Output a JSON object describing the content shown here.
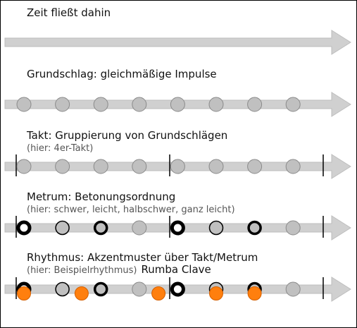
{
  "colors": {
    "arrow": "#d0d0d0",
    "arrow_edge": "#bdbdbd",
    "pulse_fill": "#c0c0c0",
    "pulse_edge": "#8a8a8a",
    "accent": "#000000",
    "rhythm": "#ff7f0e",
    "rhythm_edge": "#d45f00",
    "barline": "#000000"
  },
  "rows": [
    {
      "title": "Zeit fließt dahin",
      "subtitle": "",
      "extra": "",
      "barlines": false,
      "pulses": []
    },
    {
      "title": "Grundschlag: gleichmäßige Impulse",
      "subtitle": "",
      "extra": "",
      "barlines": false,
      "pulses": [
        "plain",
        "plain",
        "plain",
        "plain",
        "plain",
        "plain",
        "plain",
        "plain"
      ]
    },
    {
      "title": "Takt: Gruppierung von Grundschlägen",
      "subtitle": "(hier: 4er-Takt)",
      "extra": "",
      "barlines": true,
      "pulses": [
        "plain",
        "plain",
        "plain",
        "plain",
        "plain",
        "plain",
        "plain",
        "plain"
      ]
    },
    {
      "title": "Metrum: Betonungsordnung",
      "subtitle": "(hier: schwer, leicht, halbschwer, ganz leicht)",
      "extra": "",
      "barlines": true,
      "pulses": [
        "strong",
        "medium",
        "half",
        "light",
        "strong",
        "medium",
        "half",
        "light"
      ]
    },
    {
      "title": "Rhythmus: Akzentmuster über Takt/Metrum",
      "subtitle": "(hier: Beispielrhythmus)",
      "extra": "Rumba Clave",
      "barlines": true,
      "pulses": [
        "strong",
        "medium",
        "half",
        "light",
        "strong",
        "medium",
        "half",
        "light"
      ],
      "rhythm": [
        0,
        1.5,
        3.5,
        5,
        6
      ]
    }
  ]
}
